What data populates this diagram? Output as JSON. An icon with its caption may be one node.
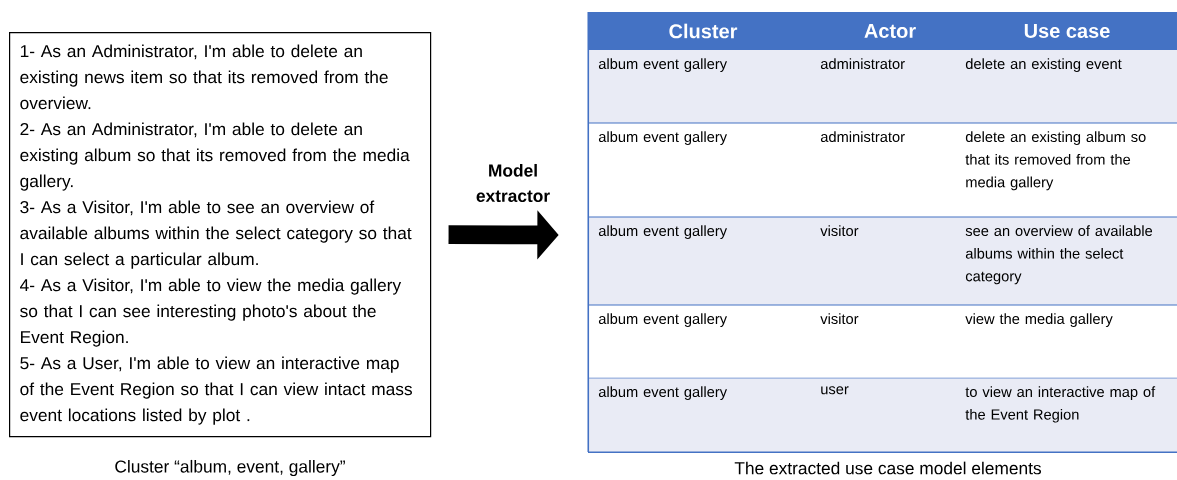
{
  "diagram": {
    "nodes": [
      {
        "text": [
          "1- As an Administrator, I'm able to delete an existing news item so that its removed from the overview.",
          "2- As an Administrator, I'm able to delete an existing album so that its removed from the media gallery.",
          "3- As a Visitor, I'm able to see an overview of available albums within the select category so that I can select a particular album.",
          "4- As a Visitor, I'm able to view the media gallery so that I can see interesting photo's about the Event Region.",
          "5- As a User, I'm able to view an interactive map of the Event Region so that I can view intact mass event locations listed by plot ."
        ],
        "beside": [
          "Cluster “album, event, gallery”"
        ]
      },
      {
        "text": [],
        "shape": "box",
        "beside": [
          "The extracted use case model elements"
        ]
      }
    ],
    "edges": [
      {
        "from": 0,
        "to": 1,
        "arrow": "to",
        "label": "Model extractor"
      }
    ],
    "labels": [
      "Cluster",
      "Actor",
      "Use case",
      "album event gallery",
      "administrator",
      "delete an existing event",
      "album event gallery",
      "administrator",
      "delete an existing album so that its removed from the media gallery",
      "album event gallery",
      "visitor",
      "see an overview of available albums within the select category",
      "album event gallery",
      "visitor",
      "view the media gallery",
      "album event gallery",
      "user",
      "to view an interactive map of the Event Region"
    ]
  }
}
